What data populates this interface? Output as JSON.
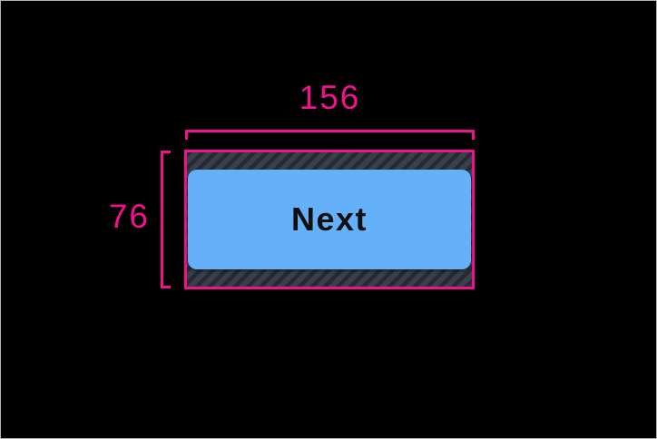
{
  "canvas": {
    "background_color": "#000000",
    "border_color": "#b3b3b3"
  },
  "measurements": {
    "guide_color": "#f3108e",
    "width": {
      "label": "156"
    },
    "height": {
      "label": "76"
    }
  },
  "padding_hatch": {
    "base_color": "#3a404b",
    "stripe_color": "#252a33"
  },
  "button": {
    "label": "Next",
    "fill_color": "#64b1fa",
    "text_color": "#101010"
  }
}
